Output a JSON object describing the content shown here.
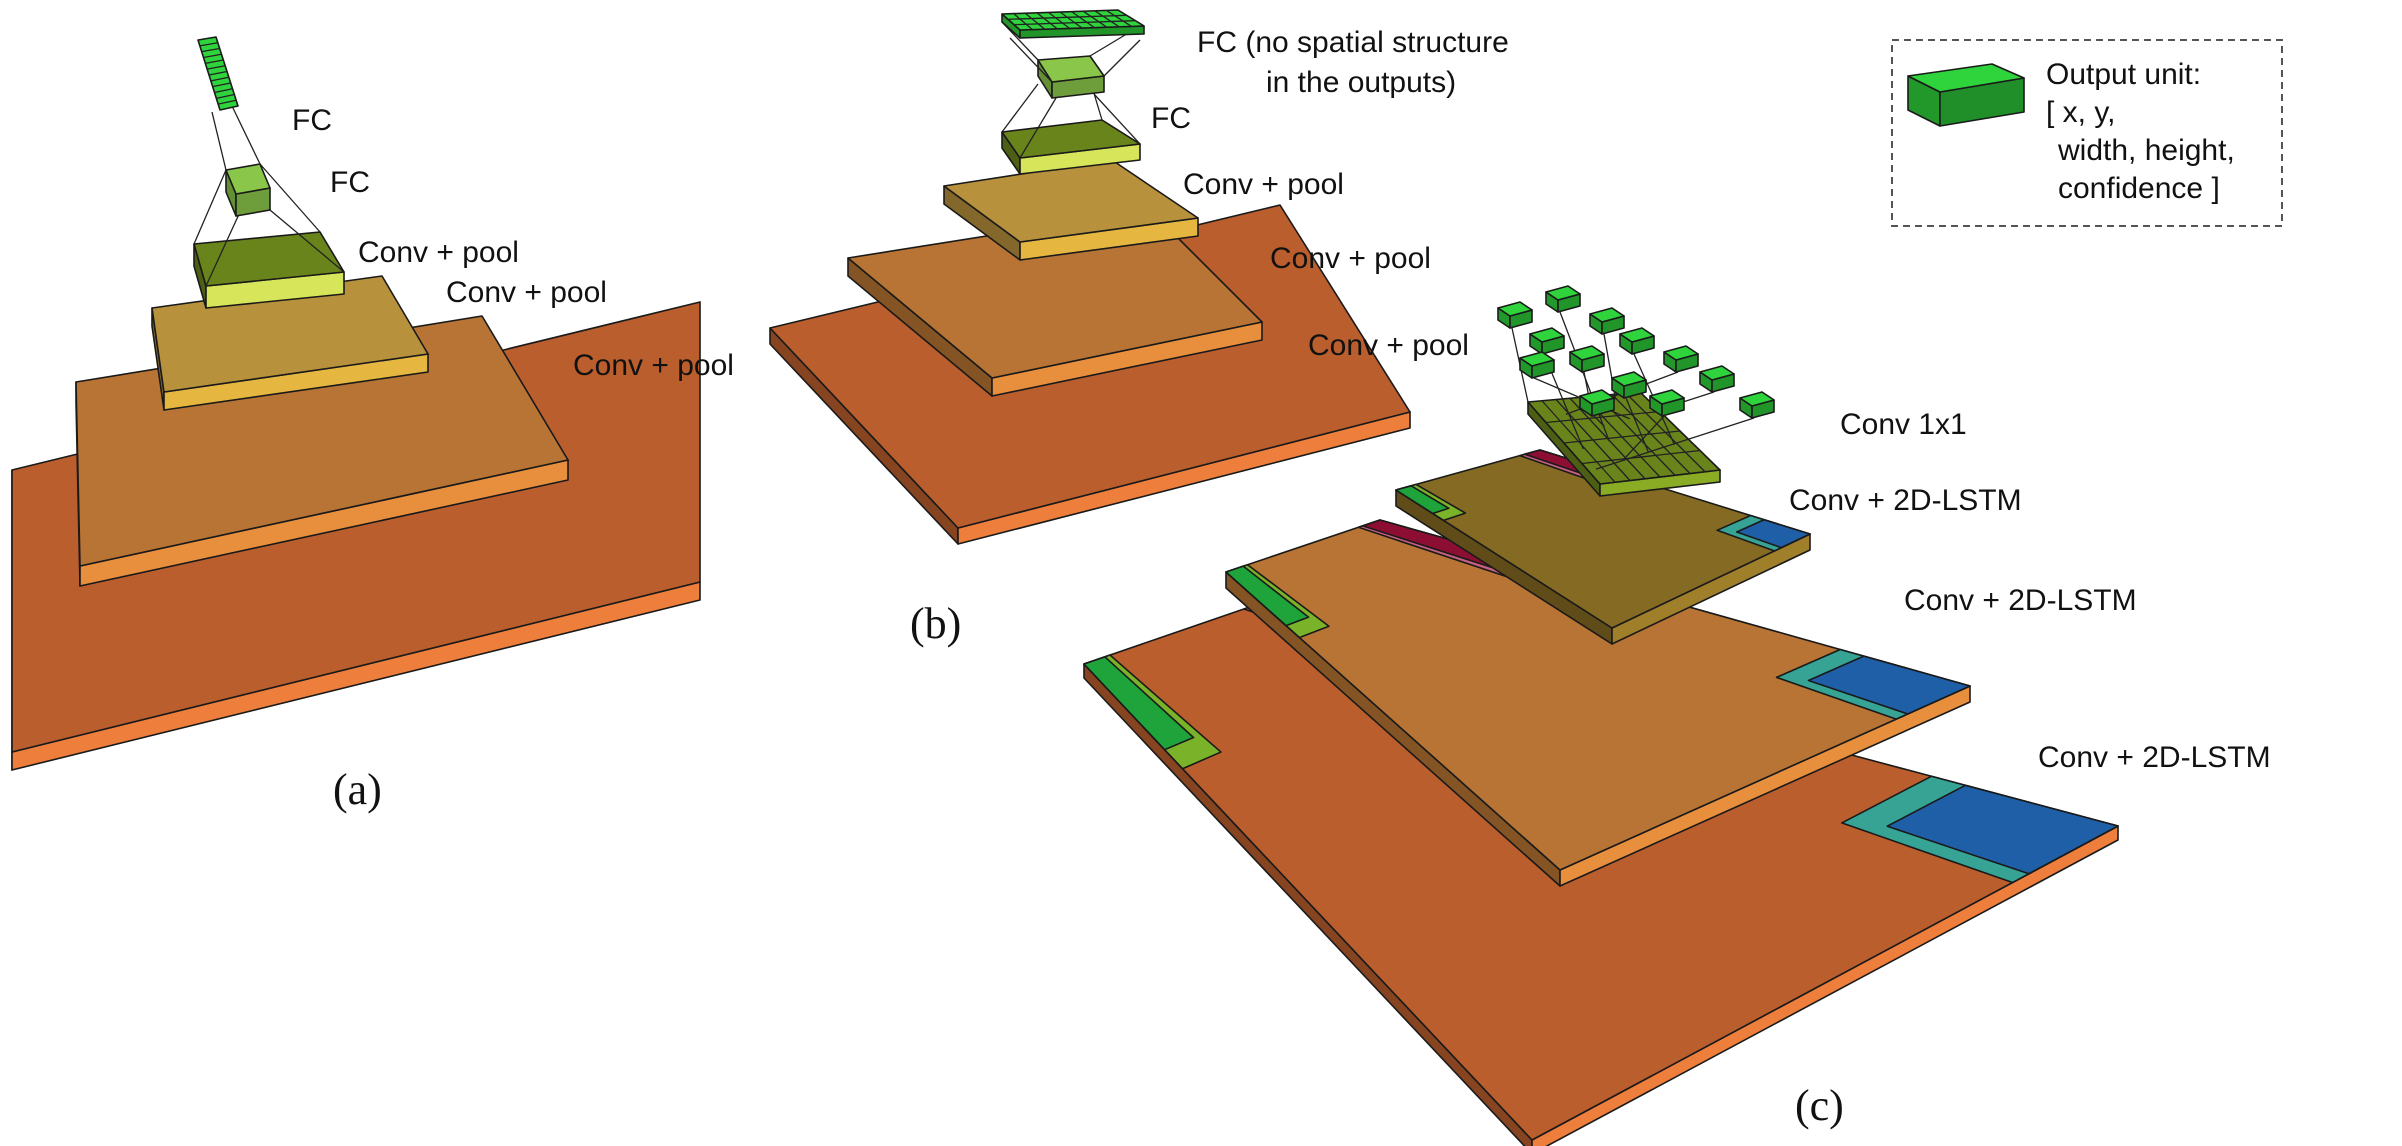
{
  "labels": {
    "fc": "FC",
    "conv_pool": "Conv + pool",
    "fc_no_spatial_1": "FC (no spatial structure",
    "fc_no_spatial_2": "in the outputs)",
    "conv_1x1": "Conv 1x1",
    "conv_2dlstm": "Conv + 2D-LSTM"
  },
  "captions": {
    "a": "(a)",
    "b": "(b)",
    "c": "(c)"
  },
  "legend": {
    "title": "Output unit:",
    "fields_line1": "[ x, y,",
    "fields_line2": "width, height,",
    "fields_line3": "confidence ]"
  },
  "colors": {
    "layer_large": "#bb5e2e",
    "layer_large_edge": "#ee7e3c",
    "layer_mid": "#b87434",
    "layer_mid_edge": "#e88f3e",
    "layer_small": "#b8913c",
    "layer_small_edge": "#e6b740",
    "conv_green": "#6a841c",
    "conv_green_edge": "#d6e55a",
    "fc_light": "#8ac64a",
    "output_green": "#2fd33c",
    "lstm_green": "#1ea43a",
    "lstm_lime": "#7ab32a",
    "lstm_teal": "#36a395",
    "lstm_blue": "#1f5fa8",
    "lstm_pink": "#c8607f",
    "lstm_crimson": "#8c0f33",
    "top_olive": "#856a23"
  }
}
